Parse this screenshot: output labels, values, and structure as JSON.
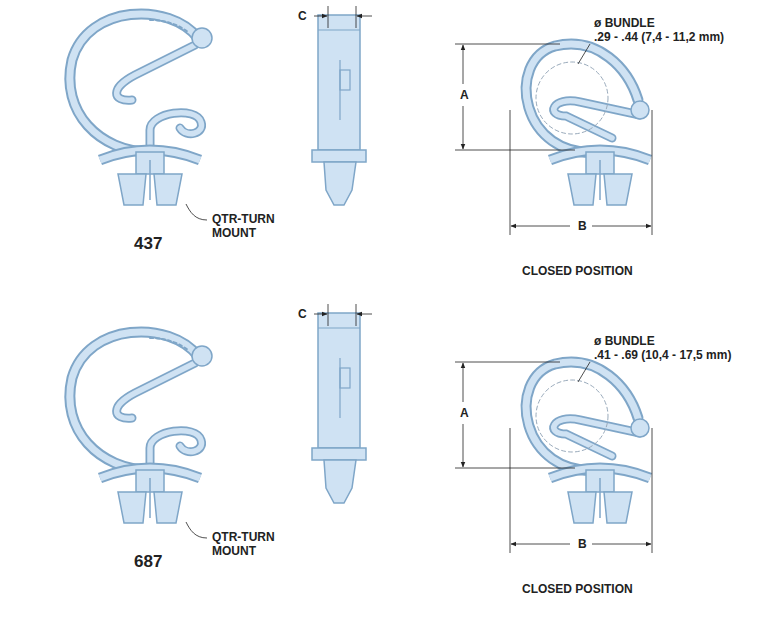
{
  "diagram": {
    "labels": [
      "C",
      "ø BUNDLE",
      ".29 - .44 (7,4 - 11,2 mm)",
      "A",
      "QTR-TURN MOUNT",
      "437",
      "B",
      "CLOSED POSITION",
      "C",
      "ø BUNDLE",
      ".41 - .69 (10,4 - 17,5 mm)",
      "A",
      "QTR-TURN MOUNT",
      "687",
      "B",
      "CLOSED POSITION"
    ]
  }
}
